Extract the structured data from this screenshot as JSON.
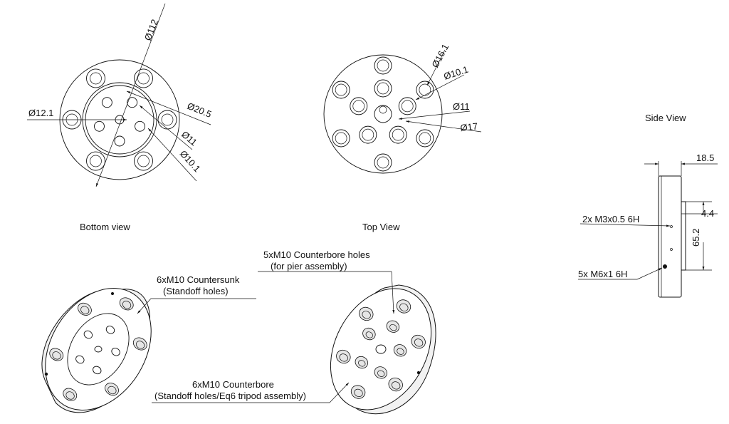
{
  "views": {
    "bottom": {
      "caption": "Bottom view",
      "dims": {
        "outer_dia": "Ø112",
        "center_dia": "Ø12.1",
        "cbore_dia": "Ø20.5",
        "hole_dia": "Ø11",
        "thru_dia": "Ø10.1"
      }
    },
    "top": {
      "caption": "Top View",
      "dims": {
        "cbore_dia": "Ø16.1",
        "thru_dia": "Ø10.1",
        "hole_dia": "Ø11",
        "cbore2_dia": "Ø17"
      }
    },
    "side": {
      "caption": "Side View",
      "dims": {
        "thickness": "18.5",
        "step": "4.4",
        "height": "65.2",
        "thread_small": "2x M3x0.5 6H",
        "thread_large": "5x M6x1 6H"
      }
    }
  },
  "callouts": {
    "countersunk_line1": "6xM10 Countersunk",
    "countersunk_line2": "(Standoff holes)",
    "cbore_holes_line1": "5xM10 Counterbore holes",
    "cbore_holes_line2": "(for pier assembly)",
    "cbore_line1": "6xM10 Counterbore",
    "cbore_line2": "(Standoff holes/Eq6 tripod assembly)"
  }
}
